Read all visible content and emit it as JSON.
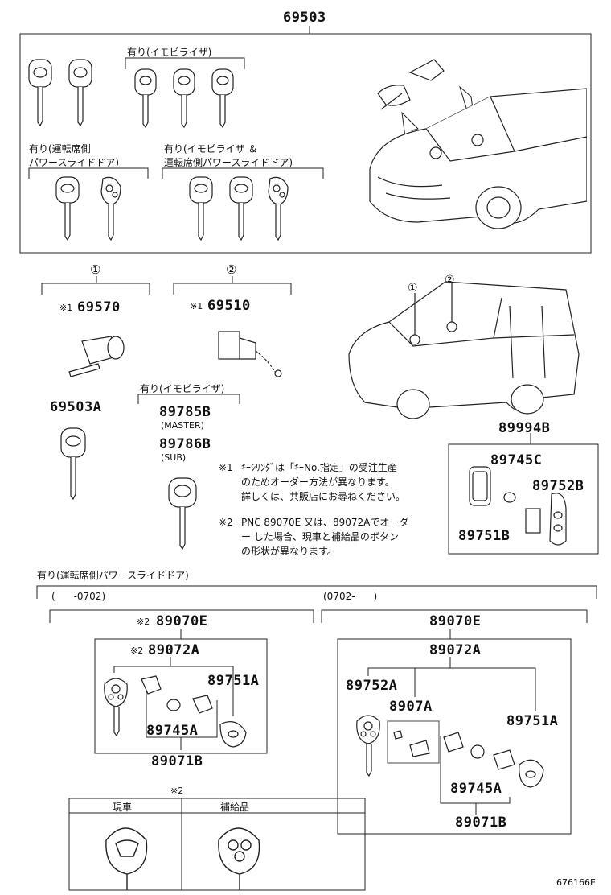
{
  "main_part": "69503",
  "top": {
    "label_immobilizer": "有り(イモビライザ)",
    "label_power_door": "有り(運転席側\nパワースライドドア)",
    "label_power_door_l1": "有り(運転席側",
    "label_power_door_l2": "パワースライドドア)",
    "label_imm_power_l1": "有り(イモビライザ ＆",
    "label_imm_power_l2": "運転席側パワースライドドア)"
  },
  "groups": {
    "g1": {
      "marker": "①",
      "part": "69570",
      "prefix": "※1"
    },
    "g2": {
      "marker": "②",
      "part": "69510",
      "prefix": "※1"
    }
  },
  "car2_markers": [
    "①",
    "②"
  ],
  "key_a": "69503A",
  "imm": {
    "label": "有り(イモビライザ)",
    "master_part": "89785B",
    "master_label": "(MASTER)",
    "sub_part": "89786B",
    "sub_label": "(SUB)"
  },
  "box_89994": {
    "title": "89994B",
    "p1": "89745C",
    "p2": "89752B",
    "p3": "89751B"
  },
  "notes": {
    "n1_mark": "※1",
    "n1_l1": "ｷｰｼﾘﾝﾀﾞは「ｷｰNo.指定」の受注生産",
    "n1_l2": "のためオーダー方法が異なります。",
    "n1_l3": "詳しくは、共販店にお尋ねください。",
    "n2_mark": "※2",
    "n2_l1": "PNC 89070E 又は、89072Aでオーダ",
    "n2_l2": "ー した場合、現車と補給品のボタン",
    "n2_l3": "の形状が異なります。"
  },
  "bottom": {
    "label_power_door": "有り(運転席側パワースライドドア)",
    "range_left": "(      -0702)",
    "range_right": "(0702-      )",
    "left": {
      "mark": "※2",
      "assy": "89070E",
      "sub_mark": "※2",
      "sub": "89072A",
      "p1": "89751A",
      "p2": "89745A",
      "p3": "89071B"
    },
    "right": {
      "assy": "89070E",
      "sub": "89072A",
      "p1": "89752A",
      "p2": "8907A",
      "p3": "89751A",
      "p4": "89745A",
      "p5": "89071B"
    }
  },
  "compare": {
    "mark": "※2",
    "col1": "現車",
    "col2": "補給品"
  },
  "figure_id": "676166E"
}
